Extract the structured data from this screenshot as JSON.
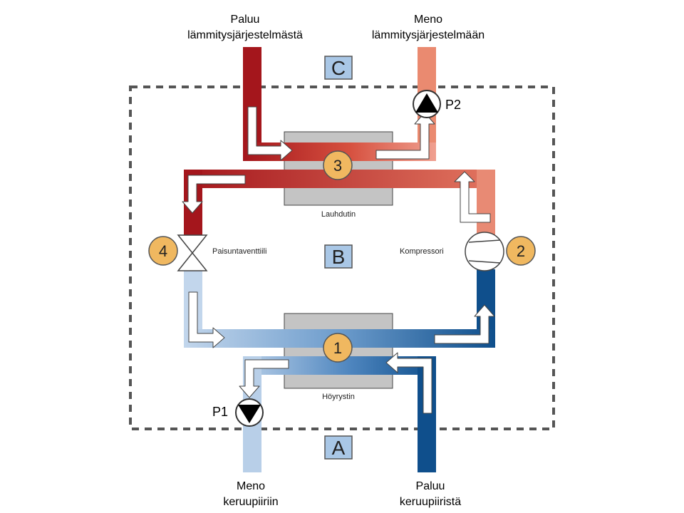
{
  "labels": {
    "return_from_heating_line1": "Paluu",
    "return_from_heating_line2": "lämmitysjärjestelmästä",
    "supply_to_heating_line1": "Meno",
    "supply_to_heating_line2": "lämmitysjärjestelmään",
    "supply_to_collector_line1": "Meno",
    "supply_to_collector_line2": "keruupiiriin",
    "return_from_collector_line1": "Paluu",
    "return_from_collector_line2": "keruupiiristä"
  },
  "components": {
    "condenser": "Lauhdutin",
    "evaporator": "Höyrystin",
    "expansion_valve": "Paisuntaventtiili",
    "compressor": "Kompressori",
    "pump1": "P1",
    "pump2": "P2"
  },
  "circuits": {
    "a": "A",
    "b": "B",
    "c": "C"
  },
  "steps": {
    "s1": "1",
    "s2": "2",
    "s3": "3",
    "s4": "4"
  },
  "colors": {
    "hot_dark": "#a4161c",
    "hot_light": "#e8826a",
    "cold_dark": "#0f4f8c",
    "cold_light": "#b8cfe8",
    "exchanger": "#c0c0c0",
    "step_circle": "#f0b860",
    "circuit_box": "#a9c7e6"
  }
}
